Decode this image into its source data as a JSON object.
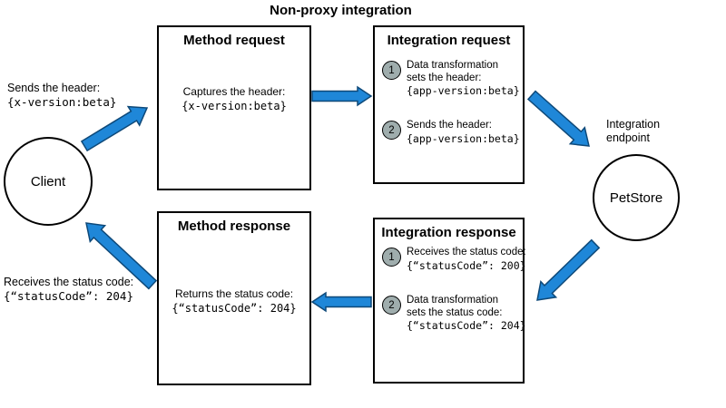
{
  "title": "Non-proxy integration",
  "client": {
    "label": "Client",
    "send_label": "Sends the header:",
    "send_code": "{x-version:beta}",
    "receive_label": "Receives the status code:",
    "receive_code": "{“statusCode”: 204}"
  },
  "method_request": {
    "title": "Method request",
    "line1": "Captures the header:",
    "code": "{x-version:beta}"
  },
  "integration_request": {
    "title": "Integration request",
    "items": [
      {
        "num": "1",
        "lines": [
          "Data transformation",
          "sets the header:"
        ],
        "code": "{app-version:beta}"
      },
      {
        "num": "2",
        "lines": [
          "Sends the header:"
        ],
        "code": "{app-version:beta}"
      }
    ]
  },
  "endpoint": {
    "label_line1": "Integration",
    "label_line2": "endpoint",
    "circle_label": "PetStore"
  },
  "integration_response": {
    "title": "Integration response",
    "items": [
      {
        "num": "1",
        "lines": [
          "Receives the status code:"
        ],
        "code": "{“statusCode”: 200}"
      },
      {
        "num": "2",
        "lines": [
          "Data transformation",
          "sets the status code:"
        ],
        "code": "{“statusCode”: 204}"
      }
    ]
  },
  "method_response": {
    "title": "Method response",
    "line1": "Returns the status code:",
    "code": "{“statusCode”: 204}"
  },
  "connections": [
    {
      "from": "client",
      "to": "method-request"
    },
    {
      "from": "method-request",
      "to": "integration-request"
    },
    {
      "from": "integration-request",
      "to": "endpoint"
    },
    {
      "from": "endpoint",
      "to": "integration-response"
    },
    {
      "from": "integration-response",
      "to": "method-response"
    },
    {
      "from": "method-response",
      "to": "client"
    }
  ],
  "colors": {
    "arrow_fill": "#1f87d8",
    "arrow_stroke": "#0e4979",
    "badge_fill": "#9fadad"
  }
}
